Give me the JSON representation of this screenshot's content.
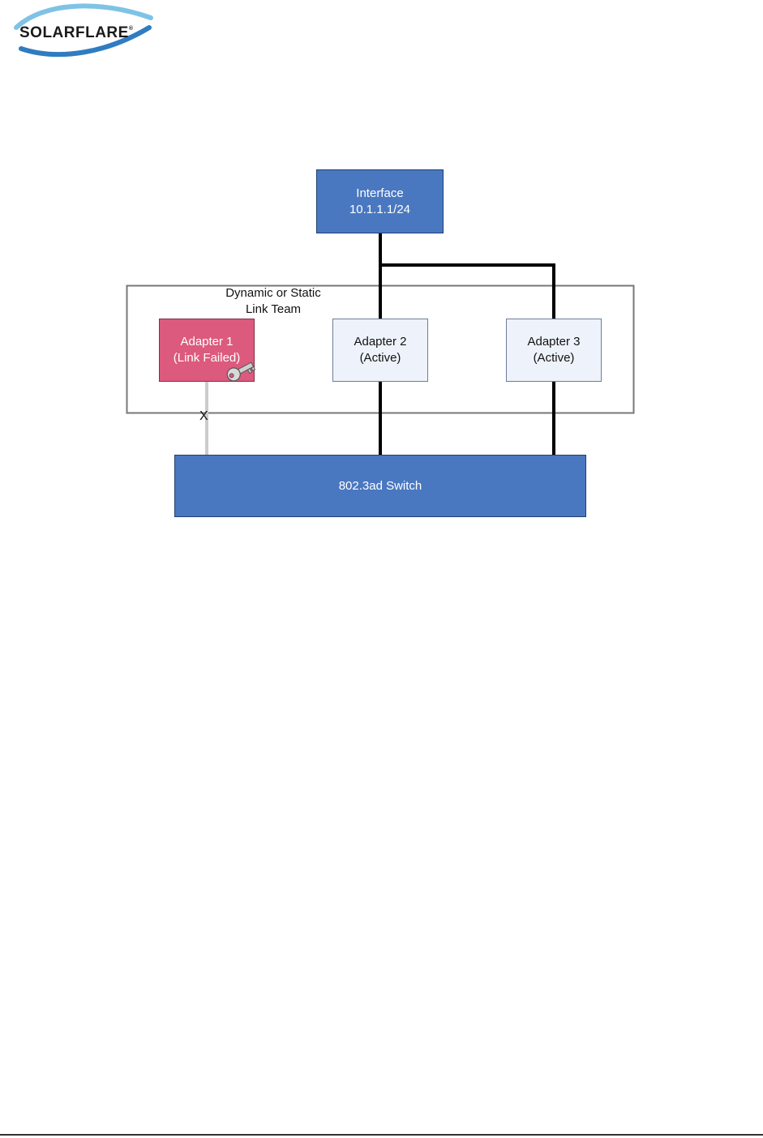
{
  "logo": {
    "text": "SOLARFLARE",
    "registered": "®"
  },
  "diagram": {
    "interface": {
      "label": "Interface\n10.1.1.1/24"
    },
    "team": {
      "label": "Dynamic or Static\nLink Team"
    },
    "adapters": [
      {
        "label": "Adapter 1\n(Link Failed)",
        "status": "failed",
        "color": "#dc5a7d"
      },
      {
        "label": "Adapter 2\n(Active)",
        "status": "active",
        "color": "#eef2fb"
      },
      {
        "label": "Adapter 3\n(Active)",
        "status": "active",
        "color": "#eef2fb"
      }
    ],
    "failed_link_mark": "X",
    "switch": {
      "label": "802.3ad Switch"
    },
    "colors": {
      "blue_box": "#4a78c0",
      "failed_box": "#dc5a7d",
      "active_box": "#eef2fb",
      "active_link": "#000000",
      "failed_link": "#cccccc"
    },
    "icons": [
      "key-icon"
    ]
  }
}
